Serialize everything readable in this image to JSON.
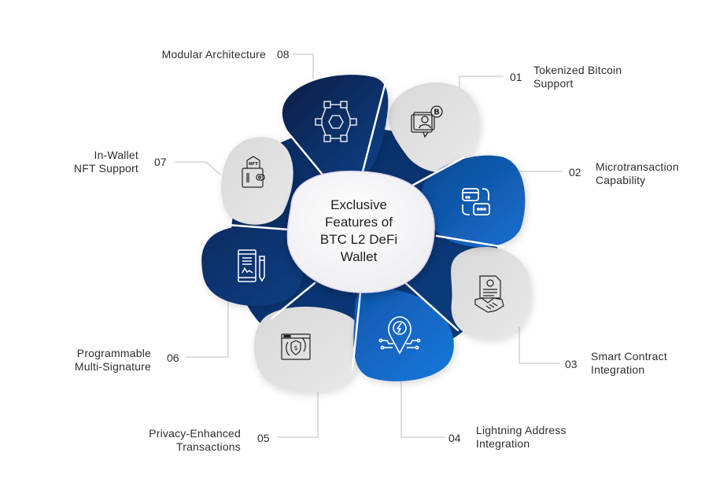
{
  "center": {
    "title_lines": [
      "Exclusive",
      "Features of",
      "BTC L2 DeFi",
      "Wallet"
    ]
  },
  "colors": {
    "dark_navy": "#0b2a5c",
    "mid_blue": "#0d4f9e",
    "bright_blue": "#1369c9",
    "light_gray": "#dedede",
    "center_fill": "#f4f4f6",
    "connector": "#c8c8c8",
    "text": "#2e2e2e"
  },
  "features": [
    {
      "number": "01",
      "line1": "Tokenized Bitcoin",
      "line2": "Support",
      "icon": "bitcoin-user-chat-icon",
      "petal": "gray"
    },
    {
      "number": "02",
      "line1": "Microtransaction",
      "line2": "Capability",
      "icon": "payment-cards-exchange-icon",
      "petal": "blue"
    },
    {
      "number": "03",
      "line1": "Smart Contract",
      "line2": "Integration",
      "icon": "contract-handshake-icon",
      "petal": "gray"
    },
    {
      "number": "04",
      "line1": "Lightning Address",
      "line2": "Integration",
      "icon": "lightning-location-pin-icon",
      "petal": "blue"
    },
    {
      "number": "05",
      "line1": "Privacy-Enhanced",
      "line2": "Transactions",
      "icon": "secure-payment-window-icon",
      "petal": "gray"
    },
    {
      "number": "06",
      "line1": "Programmable",
      "line2": "Multi-Signature",
      "icon": "tablet-signature-pen-icon",
      "petal": "blue"
    },
    {
      "number": "07",
      "line1": "In-Wallet",
      "line2": "NFT Support",
      "icon": "nft-wallet-icon",
      "petal": "gray"
    },
    {
      "number": "08",
      "line1": "Modular Architecture",
      "line2": "",
      "icon": "blockchain-network-icon",
      "petal": "blue"
    }
  ]
}
